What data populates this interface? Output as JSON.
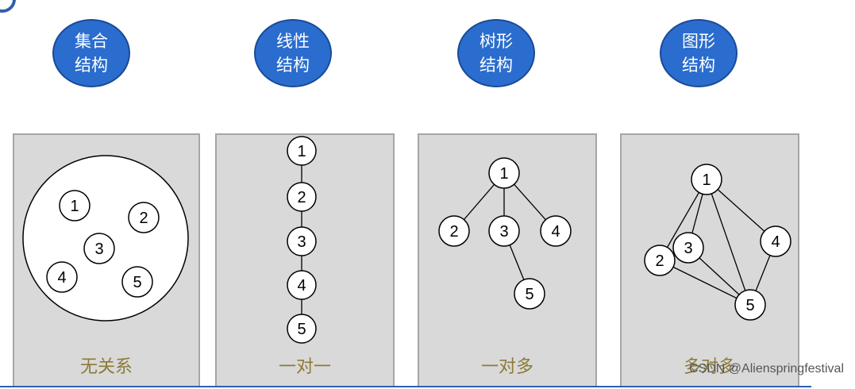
{
  "headings": [
    {
      "line1": "集合",
      "line2": "结构"
    },
    {
      "line1": "线性",
      "line2": "结构"
    },
    {
      "line1": "树形",
      "line2": "结构"
    },
    {
      "line1": "图形",
      "line2": "结构"
    }
  ],
  "panels": [
    {
      "relation": "无关系",
      "nodes": [
        "1",
        "2",
        "3",
        "4",
        "5"
      ]
    },
    {
      "relation": "一对一",
      "nodes": [
        "1",
        "2",
        "3",
        "4",
        "5"
      ]
    },
    {
      "relation": "一对多",
      "nodes": [
        "1",
        "2",
        "3",
        "4",
        "5"
      ]
    },
    {
      "relation": "多对多",
      "nodes": [
        "1",
        "2",
        "3",
        "4",
        "5"
      ]
    }
  ],
  "footer": {
    "credit": "CSDN @Alienspringfestival"
  },
  "colors": {
    "oval_fill": "#2a6dcf",
    "panel_fill": "#d9d9d9",
    "relation_text": "#8c7a38",
    "rule": "#2e5fb0"
  }
}
